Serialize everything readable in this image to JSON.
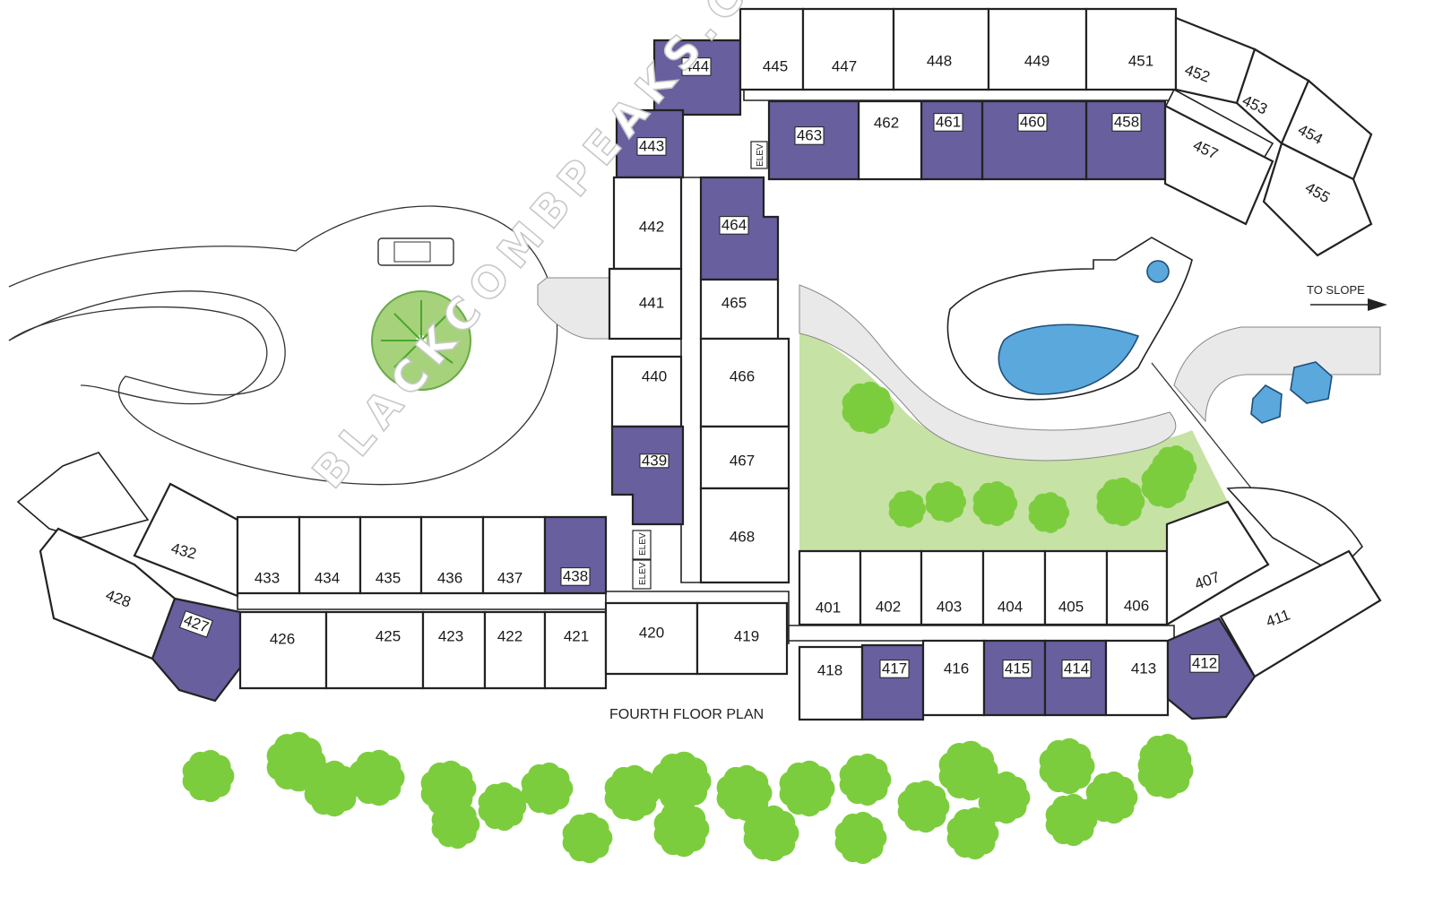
{
  "plan_title": "FOURTH FLOOR PLAN",
  "direction_label": "TO SLOPE",
  "elevator_label": "ELEV",
  "watermark": "BLACKCOMBPEAKS.COM",
  "colors": {
    "highlighted_unit": "#675f9e",
    "plain_unit": "#ffffff",
    "lawn": "#c6e2a4",
    "pavers": "#e9e9e9",
    "water": "#5aa8dc",
    "trees": "#7ccd3e"
  },
  "units": [
    {
      "id": "444",
      "highlighted": true
    },
    {
      "id": "445",
      "highlighted": false
    },
    {
      "id": "447",
      "highlighted": false
    },
    {
      "id": "448",
      "highlighted": false
    },
    {
      "id": "449",
      "highlighted": false
    },
    {
      "id": "451",
      "highlighted": false
    },
    {
      "id": "452",
      "highlighted": false
    },
    {
      "id": "453",
      "highlighted": false
    },
    {
      "id": "454",
      "highlighted": false
    },
    {
      "id": "455",
      "highlighted": false
    },
    {
      "id": "457",
      "highlighted": false
    },
    {
      "id": "458",
      "highlighted": true
    },
    {
      "id": "460",
      "highlighted": true
    },
    {
      "id": "461",
      "highlighted": true
    },
    {
      "id": "462",
      "highlighted": false
    },
    {
      "id": "463",
      "highlighted": true
    },
    {
      "id": "443",
      "highlighted": true
    },
    {
      "id": "442",
      "highlighted": false
    },
    {
      "id": "441",
      "highlighted": false
    },
    {
      "id": "440",
      "highlighted": false
    },
    {
      "id": "439",
      "highlighted": true
    },
    {
      "id": "464",
      "highlighted": true
    },
    {
      "id": "465",
      "highlighted": false
    },
    {
      "id": "466",
      "highlighted": false
    },
    {
      "id": "467",
      "highlighted": false
    },
    {
      "id": "468",
      "highlighted": false
    },
    {
      "id": "432",
      "highlighted": false
    },
    {
      "id": "433",
      "highlighted": false
    },
    {
      "id": "434",
      "highlighted": false
    },
    {
      "id": "435",
      "highlighted": false
    },
    {
      "id": "436",
      "highlighted": false
    },
    {
      "id": "437",
      "highlighted": false
    },
    {
      "id": "438",
      "highlighted": true
    },
    {
      "id": "428",
      "highlighted": false
    },
    {
      "id": "427",
      "highlighted": true
    },
    {
      "id": "426",
      "highlighted": false
    },
    {
      "id": "425",
      "highlighted": false
    },
    {
      "id": "423",
      "highlighted": false
    },
    {
      "id": "422",
      "highlighted": false
    },
    {
      "id": "421",
      "highlighted": false
    },
    {
      "id": "420",
      "highlighted": false
    },
    {
      "id": "419",
      "highlighted": false
    },
    {
      "id": "401",
      "highlighted": false
    },
    {
      "id": "402",
      "highlighted": false
    },
    {
      "id": "403",
      "highlighted": false
    },
    {
      "id": "404",
      "highlighted": false
    },
    {
      "id": "405",
      "highlighted": false
    },
    {
      "id": "406",
      "highlighted": false
    },
    {
      "id": "407",
      "highlighted": false
    },
    {
      "id": "418",
      "highlighted": false
    },
    {
      "id": "417",
      "highlighted": true
    },
    {
      "id": "416",
      "highlighted": false
    },
    {
      "id": "415",
      "highlighted": true
    },
    {
      "id": "414",
      "highlighted": true
    },
    {
      "id": "413",
      "highlighted": false
    },
    {
      "id": "412",
      "highlighted": true
    },
    {
      "id": "411",
      "highlighted": false
    }
  ]
}
